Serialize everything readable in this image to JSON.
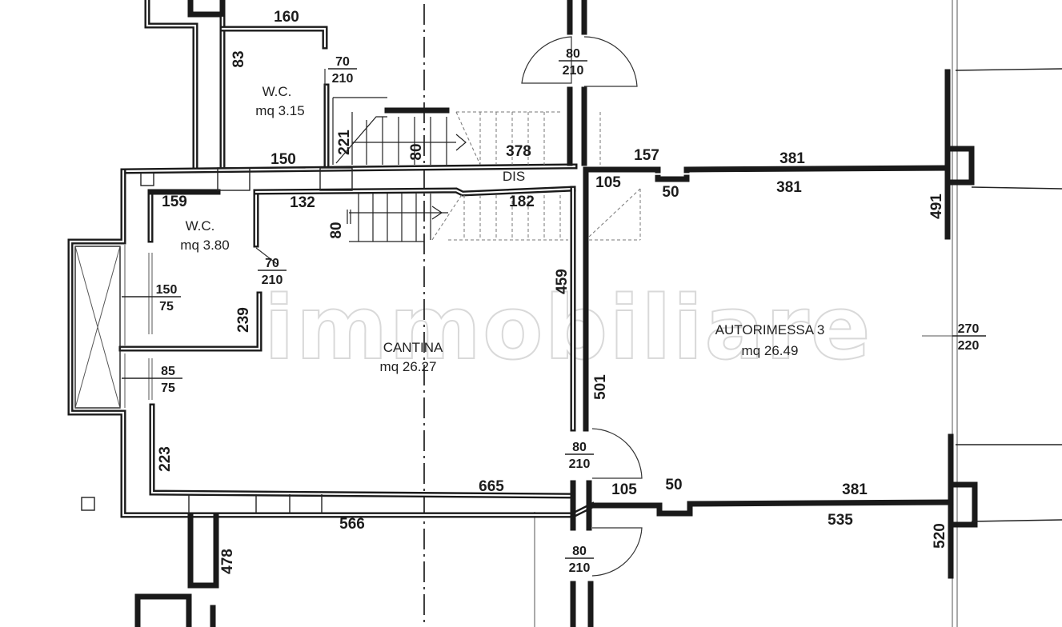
{
  "rooms": {
    "wc_upper": {
      "name": "W.C.",
      "area": "mq 3.15"
    },
    "wc_lower": {
      "name": "W.C.",
      "area": "mq 3.80"
    },
    "cantina": {
      "name": "CANTINA",
      "area": "mq 26.27"
    },
    "autorimessa": {
      "name": "AUTORIMESSA 3",
      "area": "mq 26.49"
    },
    "dis": {
      "name": "DIS"
    }
  },
  "dimensions": {
    "d160": "160",
    "d83": "83",
    "d150_top": "150",
    "d221": "221",
    "d80_stair_top": "80",
    "d378": "378",
    "d157": "157",
    "d381_a": "381",
    "d381_b": "381",
    "d105_a": "105",
    "d50_a": "50",
    "d491": "491",
    "d159": "159",
    "d132": "132",
    "d182": "182",
    "d80_stair_low": "80",
    "d459": "459",
    "d239": "239",
    "d501": "501",
    "d223": "223",
    "d665": "665",
    "d105_b": "105",
    "d50_b": "50",
    "d381_c": "381",
    "d566": "566",
    "d535": "535",
    "d478": "478",
    "d520": "520"
  },
  "openings": {
    "door_wc_upper": {
      "top": "70",
      "bottom": "210"
    },
    "door_top_mid": {
      "top": "80",
      "bottom": "210"
    },
    "door_wc_lower": {
      "top": "70",
      "bottom": "210"
    },
    "window_left_1": {
      "top": "150",
      "bottom": "75"
    },
    "window_left_2": {
      "top": "85",
      "bottom": "75"
    },
    "door_cantina_garage": {
      "top": "80",
      "bottom": "210"
    },
    "door_bottom": {
      "top": "80",
      "bottom": "210"
    },
    "garage_door": {
      "top": "270",
      "bottom": "220"
    }
  },
  "watermark": "immobiliare"
}
